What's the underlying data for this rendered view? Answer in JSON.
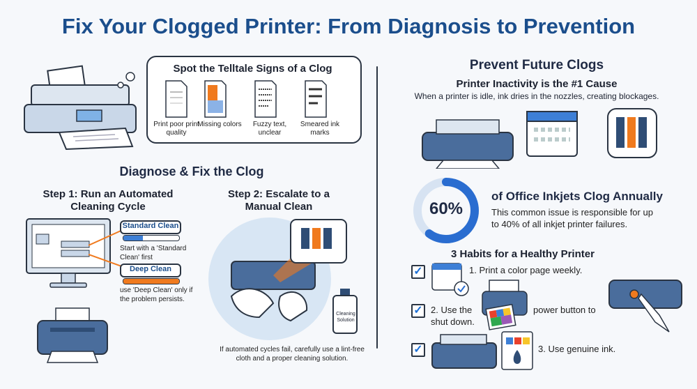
{
  "title": "Fix Your Clogged Printer: From Diagnosis to Prevention",
  "signs": {
    "heading": "Spot the Telltale Signs of a Clog",
    "items": [
      {
        "label": "Print poor print quality",
        "icon": "faded-page-icon"
      },
      {
        "label": "Missing colors",
        "icon": "missing-color-page-icon"
      },
      {
        "label": "Fuzzy text, unclear",
        "icon": "fuzzy-text-page-icon"
      },
      {
        "label": "Smeared ink marks",
        "icon": "smeared-page-icon"
      }
    ]
  },
  "diagnose": {
    "heading": "Diagnose & Fix the Clog",
    "step1": {
      "heading": "Step 1: Run an Automated Cleaning Cycle",
      "standard_label": "Standard Clean",
      "standard_progress": 0.35,
      "standard_desc": "Start with a 'Standard Clean' first",
      "deep_label": "Deep Clean",
      "deep_progress": 1.0,
      "deep_desc": "use 'Deep Clean' only if the problem persists."
    },
    "step2": {
      "heading": "Step 2: Escalate to a Manual Clean",
      "bottle_label": "Cleaning Solution",
      "desc": "If automated cycles fail, carefully use a lint-free cloth and a proper cleaning solution."
    }
  },
  "prevent": {
    "heading": "Prevent Future Clogs",
    "cause_heading": "Printer Inactivity is the #1 Cause",
    "cause_desc": "When a printer is idle, ink dries in the nozzles, creating blockages.",
    "stat_value": "60%",
    "stat_fraction": 0.6,
    "stat_heading": "of Office Inkjets Clog Annually",
    "stat_desc": "This common issue is responsible for up to 40% of all inkjet printer failures.",
    "habits_heading": "3 Habits for a Healthy Printer",
    "habit1": "1. Print a color page weekly.",
    "habit2a": "2. Use the",
    "habit2b": "shut down.",
    "habit2c": "power button to",
    "habit3": "3. Use genuine ink."
  },
  "colors": {
    "accent": "#1b4e8c",
    "blue": "#3d7fd6",
    "orange": "#f07a1e"
  }
}
